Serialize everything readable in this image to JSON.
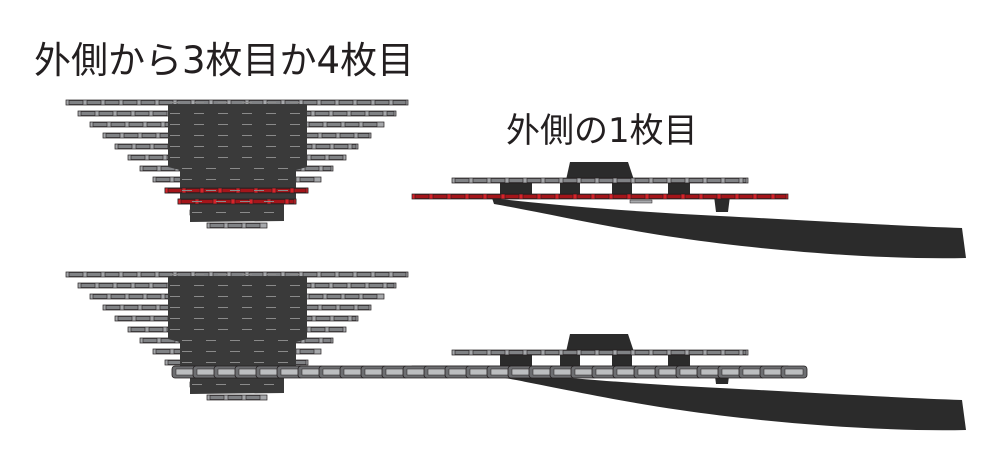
{
  "labels": {
    "rear_position": "外側から3枚目か4枚目",
    "front_position": "外側の1枚目"
  },
  "colors": {
    "background": "#ffffff",
    "text": "#231f20",
    "cog_body": "#3a3a3a",
    "tooth_light": "#a7a9ac",
    "tooth_mid": "#808285",
    "outline": "#231f20",
    "highlight": "#d9232a",
    "crank_arm": "#2b2b2b",
    "chain_plate_dark": "#6d6e71",
    "chain_plate_light": "#bcbec0"
  },
  "figure": {
    "cassette_cogs": 11,
    "highlighted_cog_positions_from_outside": [
      3,
      4
    ],
    "highlighted_chainring_position_from_outside": 1
  }
}
